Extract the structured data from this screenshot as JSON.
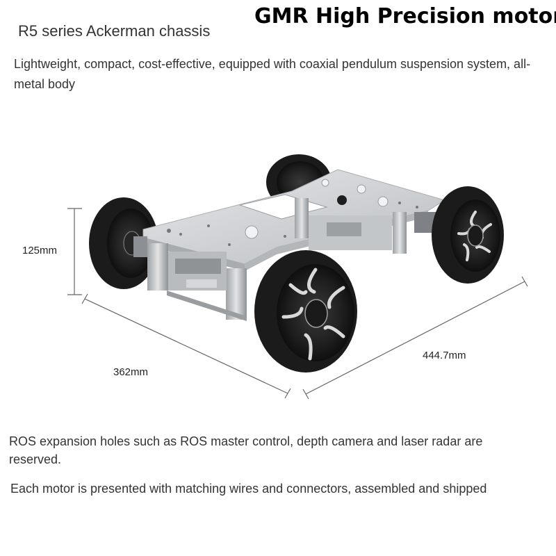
{
  "header": {
    "headline": "GMR High Precision motor",
    "series_title": "R5 series Ackerman chassis"
  },
  "intro": {
    "text": "Lightweight, compact, cost-effective, equipped with coaxial pendulum suspension system, all-metal body"
  },
  "dimensions": {
    "height": "125mm",
    "width": "362mm",
    "length": "444.7mm"
  },
  "notes": {
    "ros": "ROS expansion holes such as ROS master control, depth camera and laser radar are reserved.",
    "wiring": "Each motor is presented with matching wires and connectors, assembled and shipped"
  },
  "colors": {
    "tire": "#1b1b1b",
    "rim": "#2a2a2a",
    "spoke_edge": "#d9d9d9",
    "plate": "#d4d6d8",
    "plate_shadow": "#a9acaf",
    "frame": "#c8cbce"
  }
}
